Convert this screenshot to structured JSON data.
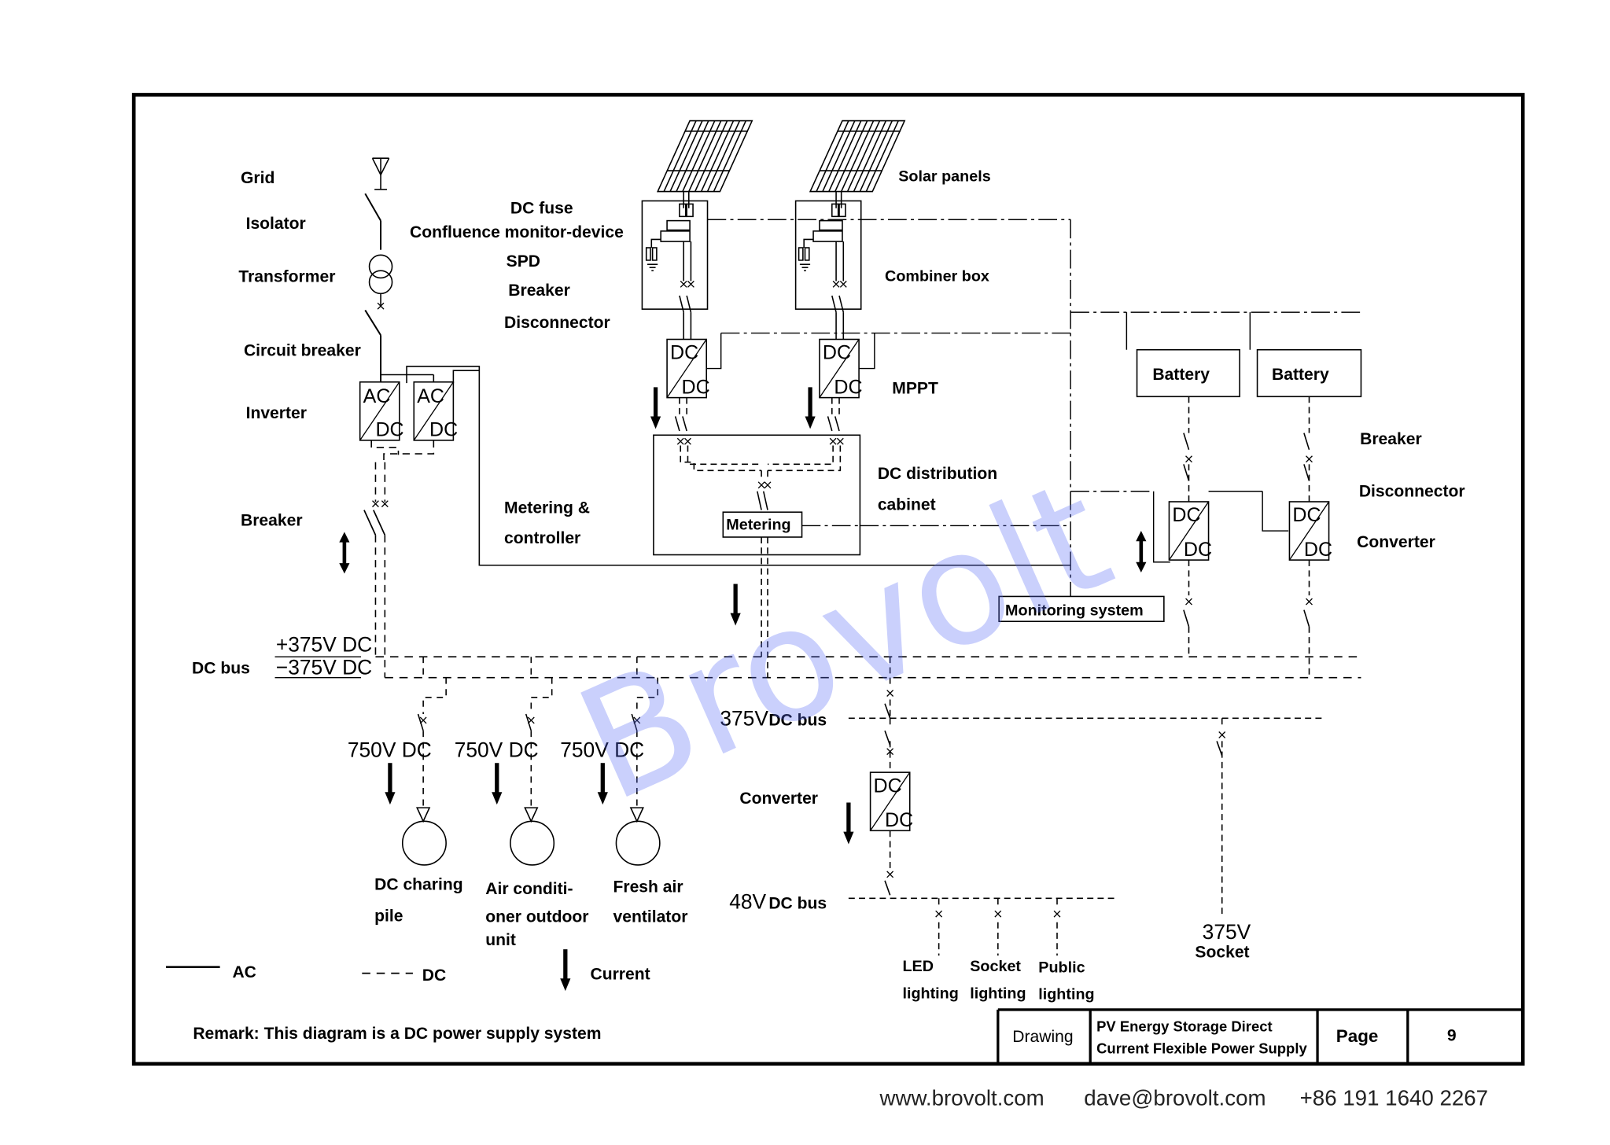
{
  "labels": {
    "grid": "Grid",
    "isolator": "Isolator",
    "transformer": "Transformer",
    "circuit_breaker": "Circuit breaker",
    "inverter": "Inverter",
    "breaker_left": "Breaker",
    "dc_bus": "DC bus",
    "plus_375": "+375V  DC",
    "minus_375": "−375V  DC",
    "dc_fuse": "DC fuse",
    "confluence": "Confluence monitor-device",
    "spd": "SPD",
    "breaker_mid": "Breaker",
    "disconnector_mid": "Disconnector",
    "metering_controller_1": "Metering &",
    "metering_controller_2": "controller",
    "solar_panels": "Solar panels",
    "combiner_box": "Combiner box",
    "mppt": "MPPT",
    "dc_dist_1": "DC distribution",
    "dc_dist_2": "cabinet",
    "metering": "Metering",
    "battery_1": "Battery",
    "battery_2": "Battery",
    "breaker_right": "Breaker",
    "disconnector_right": "Disconnector",
    "converter_right": "Converter",
    "monitoring": "Monitoring system",
    "v750_1": "750V DC",
    "v750_2": "750V DC",
    "v750_3": "750V DC",
    "dc_charging_1": "DC charing",
    "dc_charging_2": "pile",
    "aircon_1": "Air conditi-",
    "aircon_2": "oner outdoor",
    "aircon_3": "unit",
    "fresh_air_1": "Fresh air",
    "fresh_air_2": "ventilator",
    "v375_bus_num": "375V",
    "v375_bus_txt": "DC bus",
    "converter_mid": "Converter",
    "v48_num": "48V",
    "v48_txt": "DC bus",
    "led_1": "LED",
    "led_2": "lighting",
    "socket_light_1": "Socket",
    "socket_light_2": "lighting",
    "public_1": "Public",
    "public_2": "lighting",
    "socket_375_num": "375V",
    "socket_375_txt": "Socket"
  },
  "legend": {
    "ac": "AC",
    "dc": "DC",
    "current": "Current"
  },
  "remark": "Remark: This diagram is a DC power supply system",
  "title_block": {
    "drawing": "Drawing",
    "title_line1": "PV Energy Storage Direct",
    "title_line2": "Current Flexible Power Supply",
    "page_label": "Page",
    "page_number": "9"
  },
  "converter_box": {
    "top": "DC",
    "bottom": "DC"
  },
  "inverter_box": {
    "top": "AC",
    "bottom": "DC"
  },
  "watermark": "Brovolt",
  "footer": {
    "website": "www.brovolt.com",
    "email": "dave@brovolt.com",
    "phone": "+86 191 1640 2267"
  },
  "colors": {
    "line": "#000000",
    "watermark": "#5b6ef5",
    "background": "#ffffff"
  }
}
